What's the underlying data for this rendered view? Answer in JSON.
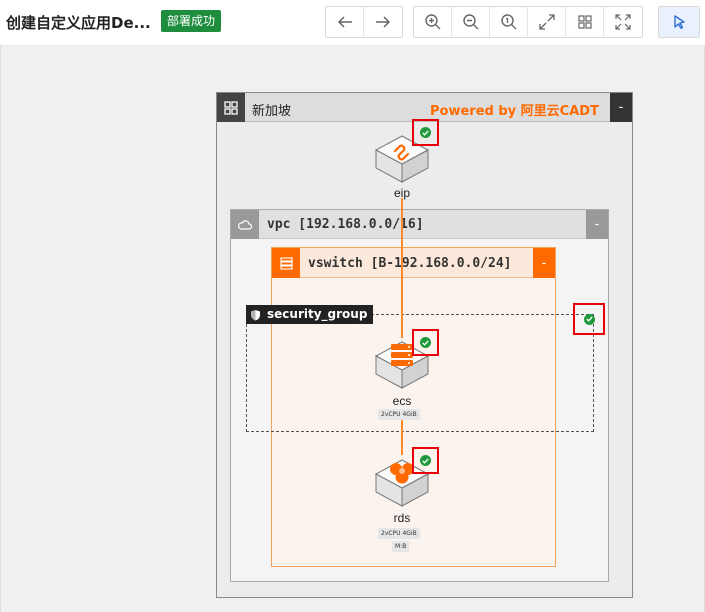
{
  "header": {
    "title": "创建自定义应用De...",
    "status_badge": "部署成功"
  },
  "toolbar": {
    "history": [
      "back-arrow-icon",
      "forward-arrow-icon"
    ],
    "view": [
      "zoom-in-icon",
      "zoom-out-icon",
      "actual-size-icon",
      "fit-screen-icon",
      "grid-icon",
      "fullscreen-icon"
    ],
    "mode": [
      "pointer-icon"
    ]
  },
  "diagram": {
    "region": {
      "label": "新加坡",
      "watermark": "Powered by 阿里云CADT",
      "collapse": "-"
    },
    "vpc": {
      "label": "vpc [192.168.0.0/16]",
      "collapse": "-"
    },
    "vswitch": {
      "label": "vswitch [B-192.168.0.0/24]",
      "collapse": "-"
    },
    "security_group": {
      "label": "security_group"
    },
    "nodes": {
      "eip": {
        "label": "eip"
      },
      "ecs": {
        "label": "ecs",
        "spec": "2vCPU  4GiB"
      },
      "rds": {
        "label": "rds",
        "spec": "2vCPU  4GiB",
        "spec2": "M:B"
      }
    },
    "colors": {
      "accent": "#ff6a00",
      "success": "#1e9a3c",
      "highlight": "#e8000b"
    }
  }
}
